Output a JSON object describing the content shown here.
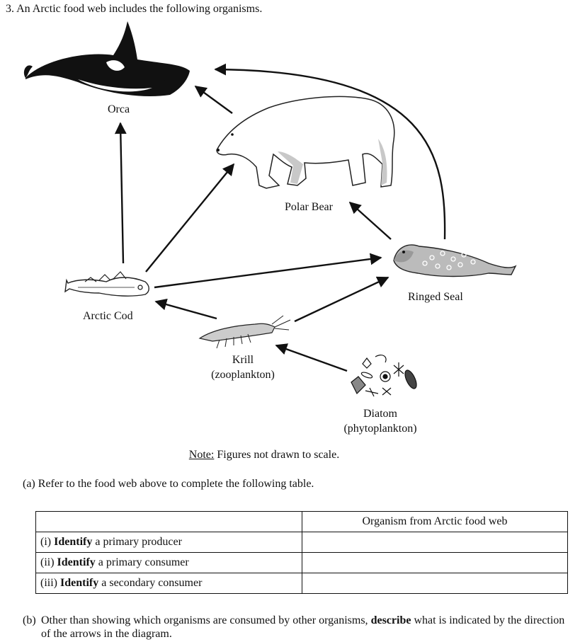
{
  "question": {
    "number": "3.",
    "stem": "An Arctic food web includes the following organisms."
  },
  "organisms": {
    "orca": "Orca",
    "polar_bear": "Polar Bear",
    "arctic_cod": "Arctic Cod",
    "ringed_seal": "Ringed Seal",
    "krill_name": "Krill",
    "krill_type": "(zooplankton)",
    "diatom_name": "Diatom",
    "diatom_type": "(phytoplankton)"
  },
  "note": {
    "prefix": "Note:",
    "text": " Figures not drawn to scale."
  },
  "part_a": {
    "label": "(a)",
    "text": "Refer to the food web above to complete the following table."
  },
  "table": {
    "header": "Organism from Arctic food web",
    "rows": [
      {
        "num": "(i) ",
        "verb": "Identify",
        "rest": " a primary producer"
      },
      {
        "num": "(ii) ",
        "verb": "Identify",
        "rest": " a primary consumer"
      },
      {
        "num": "(iii) ",
        "verb": "Identify",
        "rest": " a secondary consumer"
      }
    ]
  },
  "part_b": {
    "label": "(b)",
    "text_before": "Other than showing which organisms are consumed by other organisms, ",
    "verb": "describe",
    "text_after": " what is indicated by the direction of the arrows in the diagram."
  }
}
